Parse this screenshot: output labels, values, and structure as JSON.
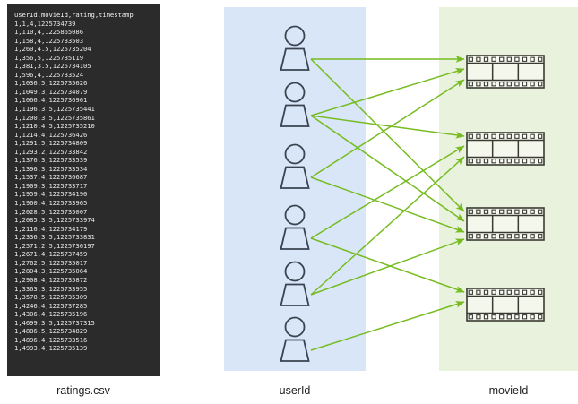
{
  "panels": {
    "csv": {
      "label": "ratings.csv",
      "bg_color": "#2b2b2b",
      "text_color": "#e8e8e8",
      "header": "userId,movieId,rating,timestamp",
      "rows": [
        "1,1,4,1225734739",
        "1,110,4,1225865086",
        "1,158,4,1225733503",
        "1,260,4.5,1225735204",
        "1,356,5,1225735119",
        "1,381,3.5,1225734105",
        "1,596,4,1225733524",
        "1,1036,5,1225735626",
        "1,1049,3,1225734079",
        "1,1066,4,1225736961",
        "1,1196,3.5,1225735441",
        "1,1200,3.5,1225735861",
        "1,1210,4.5,1225735210",
        "1,1214,4,1225736426",
        "1,1291,5,1225734809",
        "1,1293,2,1225733842",
        "1,1376,3,1225733539",
        "1,1396,3,1225733534",
        "1,1537,4,1225736687",
        "1,1909,3,1225733717",
        "1,1959,4,1225734190",
        "1,1960,4,1225733965",
        "1,2028,5,1225735007",
        "1,2085,3.5,1225733974",
        "1,2116,4,1225734179",
        "1,2336,3.5,1225733831",
        "1,2571,2.5,1225736197",
        "1,2671,4,1225737459",
        "1,2762,5,1225735017",
        "1,2804,3,1225735064",
        "1,2908,4,1225735872",
        "1,3363,3,1225733955",
        "1,3578,5,1225735309",
        "1,4246,4,1225737285",
        "1,4306,4,1225735196",
        "1,4699,3.5,1225737315",
        "1,4886,5,1225734829",
        "1,4896,4,1225733516",
        "1,4993,4,1225735139"
      ]
    },
    "user": {
      "label": "userId",
      "bg_color": "#d9e6f7",
      "icon_name": "user-icon",
      "icon_color": "#3a4450",
      "count": 6
    },
    "movie": {
      "label": "movieId",
      "bg_color": "#e9f2dd",
      "icon_name": "film-strip-icon",
      "icon_color": "#3a3a32",
      "count": 4,
      "sprockets_per_row": 10,
      "frames": 3
    }
  },
  "connections": {
    "arrow_color": "#76bc21",
    "edges": [
      {
        "from": 0,
        "to": 0
      },
      {
        "from": 0,
        "to": 2
      },
      {
        "from": 1,
        "to": 0
      },
      {
        "from": 1,
        "to": 1
      },
      {
        "from": 1,
        "to": 2
      },
      {
        "from": 2,
        "to": 0
      },
      {
        "from": 2,
        "to": 2
      },
      {
        "from": 3,
        "to": 1
      },
      {
        "from": 3,
        "to": 3
      },
      {
        "from": 4,
        "to": 1
      },
      {
        "from": 4,
        "to": 2
      },
      {
        "from": 5,
        "to": 3
      }
    ]
  }
}
